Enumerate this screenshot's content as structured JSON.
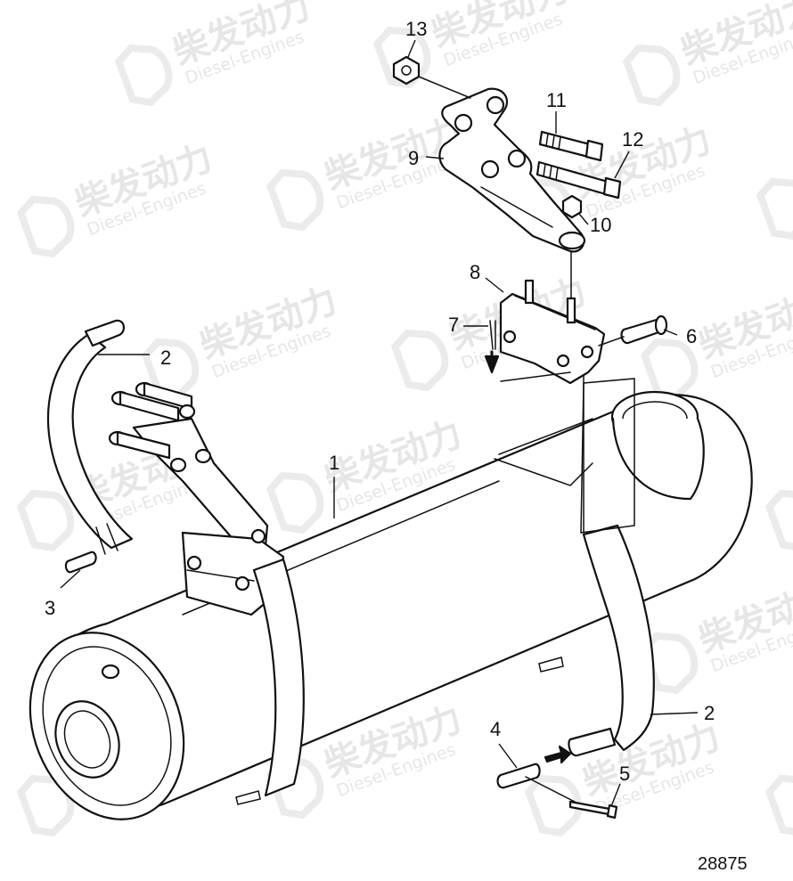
{
  "watermark": {
    "brand_cn": "柴发动力",
    "brand_en": "Diesel-Engines"
  },
  "figure_number": "28875",
  "callouts": {
    "c1": "1",
    "c2a": "2",
    "c2b": "2",
    "c3": "3",
    "c4": "4",
    "c5": "5",
    "c6": "6",
    "c7": "7",
    "c8": "8",
    "c9": "9",
    "c10": "10",
    "c11": "11",
    "c12": "12",
    "c13": "13"
  }
}
